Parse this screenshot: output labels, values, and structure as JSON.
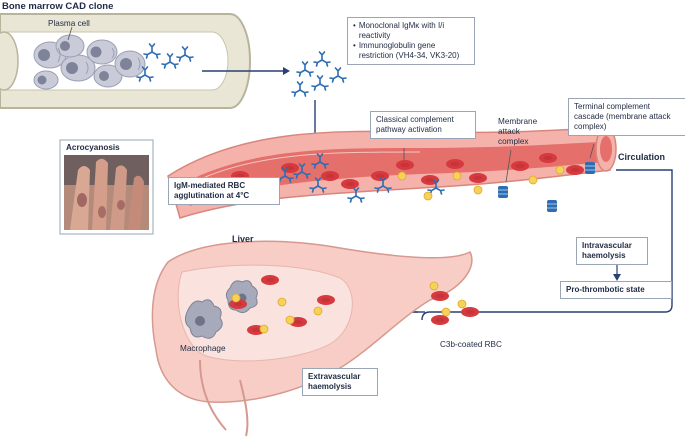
{
  "title": "Bone marrow CAD clone",
  "labels": {
    "plasma_cell": "Plasma cell",
    "antibody_bullets": [
      "Monoclonal IgMκ with I/i reactivity",
      "Immunoglobulin gene restriction (VH4-34, VK3-20)"
    ],
    "classical_complement": "Classical complement pathway activation",
    "membrane_attack": "Membrane attack complex",
    "terminal_complement": "Terminal complement cascade (membrane attack complex)",
    "circulation": "Circulation",
    "acrocyanosis": "Acrocyanosis",
    "igm_agglutination": "IgM-mediated RBC agglutination at 4°C",
    "intravascular": "Intravascular haemolysis",
    "prothrombotic": "Pro-thrombotic state",
    "liver": "Liver",
    "macrophage": "Macrophage",
    "c3b_rbc": "C3b-coated RBC",
    "extravascular": "Extravascular haemolysis"
  },
  "colors": {
    "bone_marrow": "#e9e6d6",
    "plasma_cell": "#c9ccd8",
    "antibody": "#2f6db3",
    "vessel_wall": "#f2a39a",
    "vessel_lumen": "#e46f6b",
    "rbc": "#d93b3f",
    "complement": "#f3c94a",
    "mac": "#2f6db3",
    "liver": "#f5c9c2",
    "arrow": "#2a3f73"
  }
}
